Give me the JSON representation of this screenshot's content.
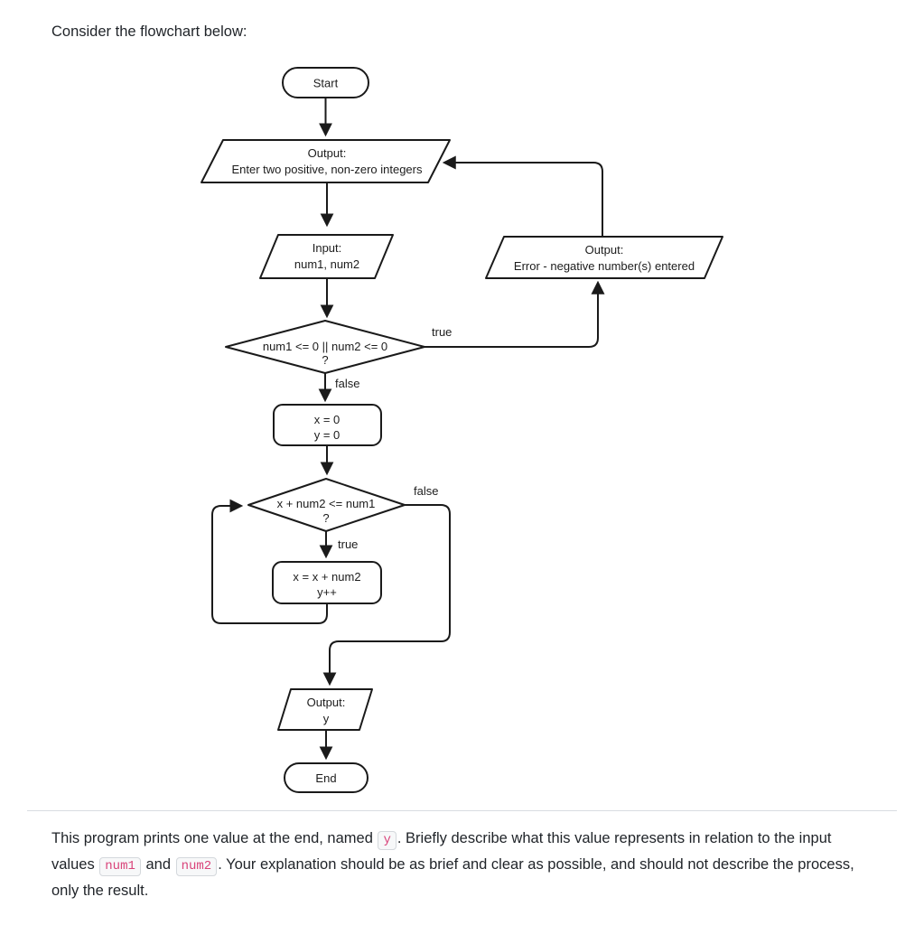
{
  "page": {
    "intro": "Consider the flowchart below:"
  },
  "flowchart": {
    "nodes": {
      "start": {
        "label": "Start"
      },
      "output_prompt": {
        "line1": "Output:",
        "line2": "Enter two positive, non-zero integers"
      },
      "input_nums": {
        "line1": "Input:",
        "line2": "num1, num2"
      },
      "output_error": {
        "line1": "Output:",
        "line2": "Error - negative number(s) entered"
      },
      "decision_negative": {
        "line1": "num1 <= 0 || num2 <= 0",
        "line2": "?"
      },
      "init_vars": {
        "line1": "x = 0",
        "line2": "y = 0"
      },
      "decision_loop": {
        "line1": "x + num2 <= num1",
        "line2": "?"
      },
      "accumulate": {
        "line1": "x = x + num2",
        "line2": "y++"
      },
      "output_result": {
        "line1": "Output:",
        "line2": "y"
      },
      "end": {
        "label": "End"
      }
    },
    "edge_labels": {
      "negative_true": "true",
      "negative_false": "false",
      "loop_false": "false",
      "loop_true": "true"
    }
  },
  "question": {
    "part1": "This program prints one value at the end, named ",
    "code1": "y",
    "part2": ". Briefly describe what this value represents in relation to the input values ",
    "code2": "num1",
    "part3": " and ",
    "code3": "num2",
    "part4": ". Your explanation should be as brief and clear as possible, and should not describe the process, only the result."
  },
  "colors": {
    "flowchart_stroke": "#1a1a1a",
    "code_text": "#d9437a",
    "divider": "#d8dce1"
  }
}
